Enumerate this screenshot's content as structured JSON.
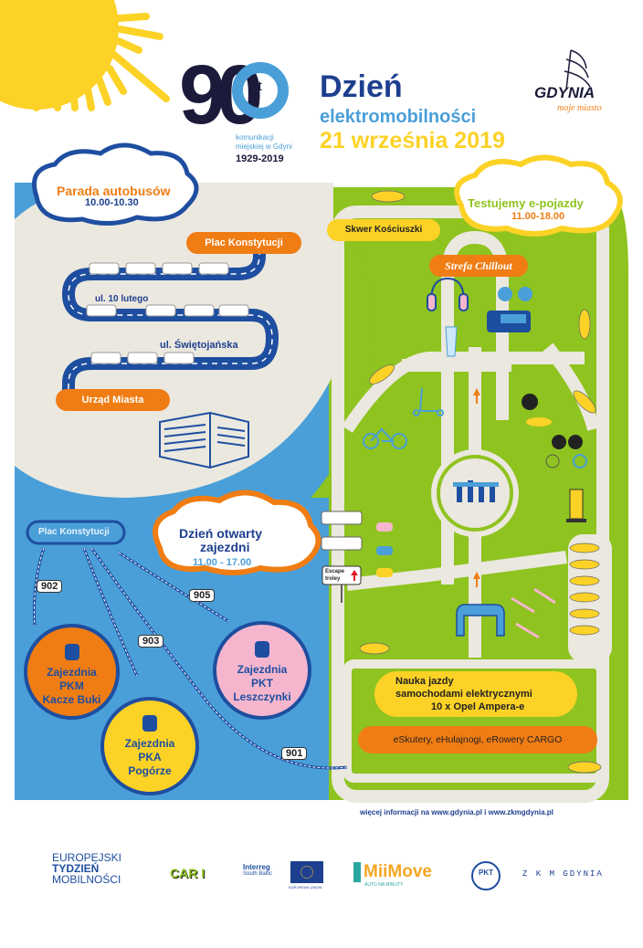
{
  "header": {
    "anniversary_number": "90",
    "anniversary_unit": "lat",
    "anniversary_sub1": "komunikacji",
    "anniversary_sub2": "miejskiej w Gdyni",
    "anniversary_years": "1929-2019",
    "title": "Dzień",
    "subtitle": "elektromobilności",
    "date": "21 września 2019",
    "city_logo": "GDYNIA",
    "city_tagline": "moje miasto"
  },
  "parade": {
    "title": "Parada autobusów",
    "time": "10.00-10.30",
    "start_label": "Plac Konstytucji",
    "street1": "ul. 10 lutego",
    "street2": "ul. Świętojańska",
    "end_label": "Urząd Miasta"
  },
  "test_zone": {
    "title": "Testujemy e-pojazdy",
    "time": "11.00-18.00",
    "square_label": "Skwer Kościuszki",
    "chillout_label": "Strefa Chillout",
    "escape_sign": "Escape troley"
  },
  "open_day": {
    "title_line1": "Dzień otwarty",
    "title_line2": "zajezdni",
    "time": "11.00 - 17.00",
    "hub_label": "Plac Konstytucji",
    "routes": [
      "902",
      "903",
      "905",
      "901"
    ],
    "depots": [
      {
        "line1": "Zajezdnia",
        "line2": "PKM",
        "line3": "Kacze Buki",
        "icon": "bus-icon"
      },
      {
        "line1": "Zajezdnia",
        "line2": "PKA",
        "line3": "Pogórze",
        "icon": "bus-icon"
      },
      {
        "line1": "Zajezdnia",
        "line2": "PKT",
        "line3": "Leszczynki",
        "icon": "trolleybus-icon"
      }
    ]
  },
  "driving": {
    "line1": "Nauka jazdy",
    "line2": "samochodami elektrycznymi",
    "line3": "10 x Opel Ampera-e",
    "vehicles": "eSkutery, eHulajnogi, eRowery CARGO"
  },
  "footer": {
    "info": "więcej informacji na www.gdynia.pl i www.zkmgdynia.pl",
    "logos": {
      "etm1": "EUROPEJSKI",
      "etm2": "TYDZIEŃ",
      "etm3": "MOBILNOŚCI",
      "car": "CAR I",
      "interreg": "Interreg",
      "interreg_sub": "South Baltic",
      "eu": "EUROPEAN UNION",
      "miimove": "MiiMove",
      "miimove_sub": "AUTO NA MINUTY",
      "pkt": "PKT",
      "zkm": "Z K M  GDYNIA"
    }
  },
  "colors": {
    "navy": "#1e3f8f",
    "blue": "#4a9fd8",
    "orange": "#f07d14",
    "yellow": "#fcd226",
    "green": "#8fc31f",
    "beige": "#ebe8df",
    "pink": "#f5b6cd"
  }
}
